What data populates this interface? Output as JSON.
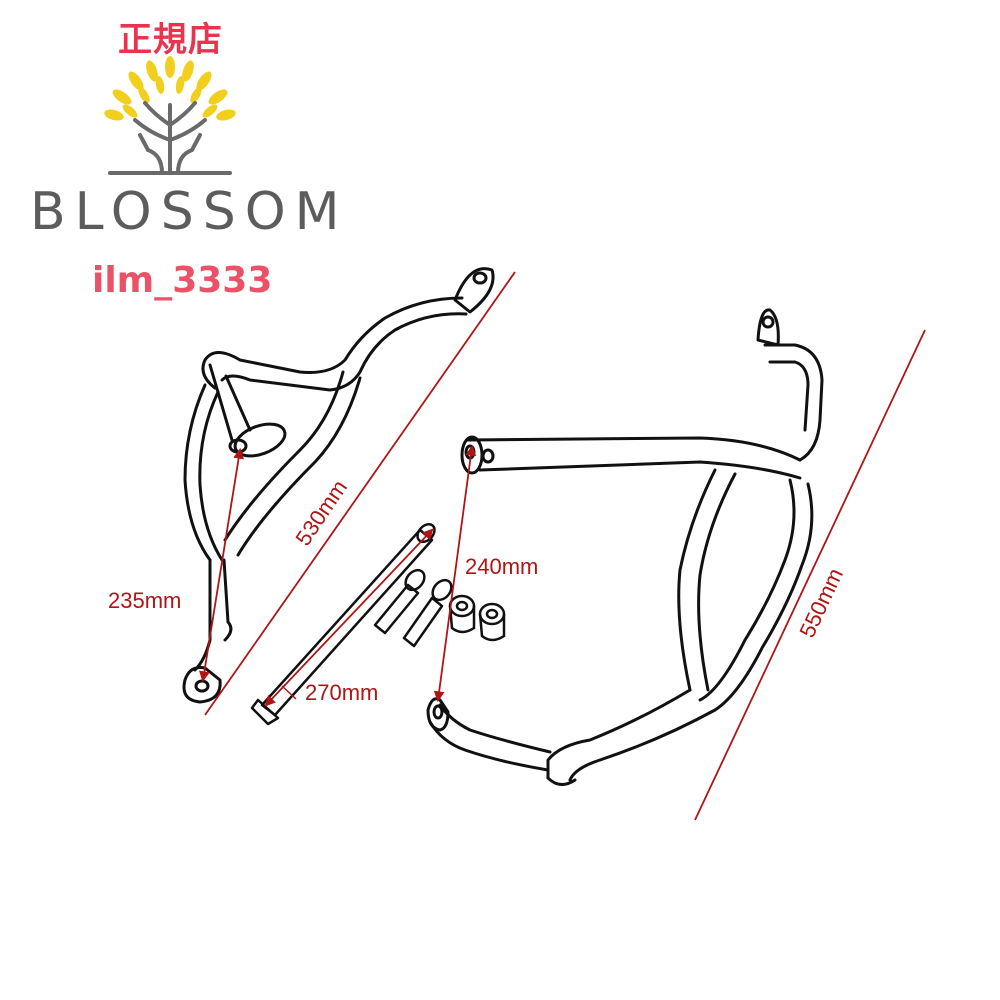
{
  "logo": {
    "shop_tag": "正規店",
    "brand_name": "BLOSSOM",
    "seller_id": "ilm_3333",
    "icon": "tree-logo-icon"
  },
  "dimensions": {
    "left_bar_height": "530mm",
    "left_mount_spacing": "235mm",
    "bolt_length": "270mm",
    "right_mount_spacing": "240mm",
    "right_bar_height": "550mm"
  },
  "colors": {
    "brand_red": "#e8344d",
    "brand_gray": "#5c5c5c",
    "leaf_yellow": "#f2cf1c",
    "dimension_red": "#b01515"
  }
}
